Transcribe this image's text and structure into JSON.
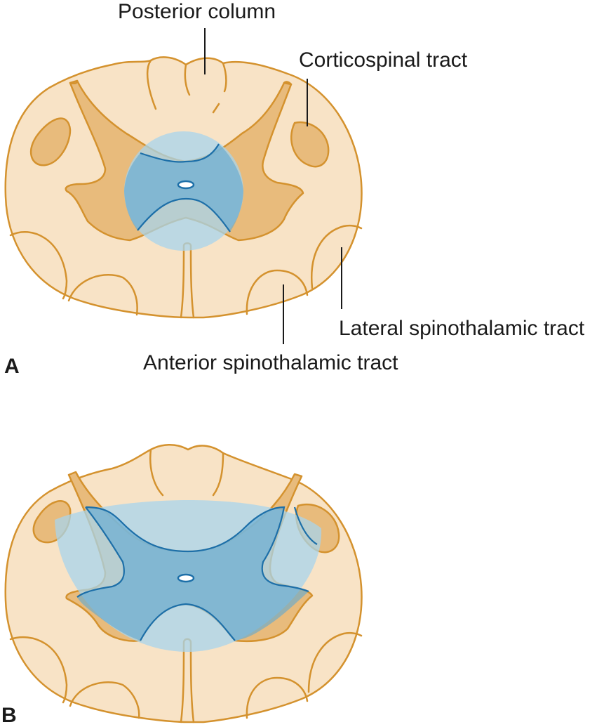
{
  "labels": {
    "posterior_column": "Posterior column",
    "corticospinal_tract": "Corticospinal tract",
    "lateral_spinothalamic_tract": "Lateral spinothalamic tract",
    "anterior_spinothalamic_tract": "Anterior spinothalamic tract"
  },
  "panels": {
    "a": "A",
    "b": "B"
  },
  "colors": {
    "white_matter": "#f8e3c6",
    "gray_matter": "#e8bb7c",
    "outline": "#d4922e",
    "lesion": "#a8d4ec",
    "lesion_edge": "#1d6fa8"
  }
}
